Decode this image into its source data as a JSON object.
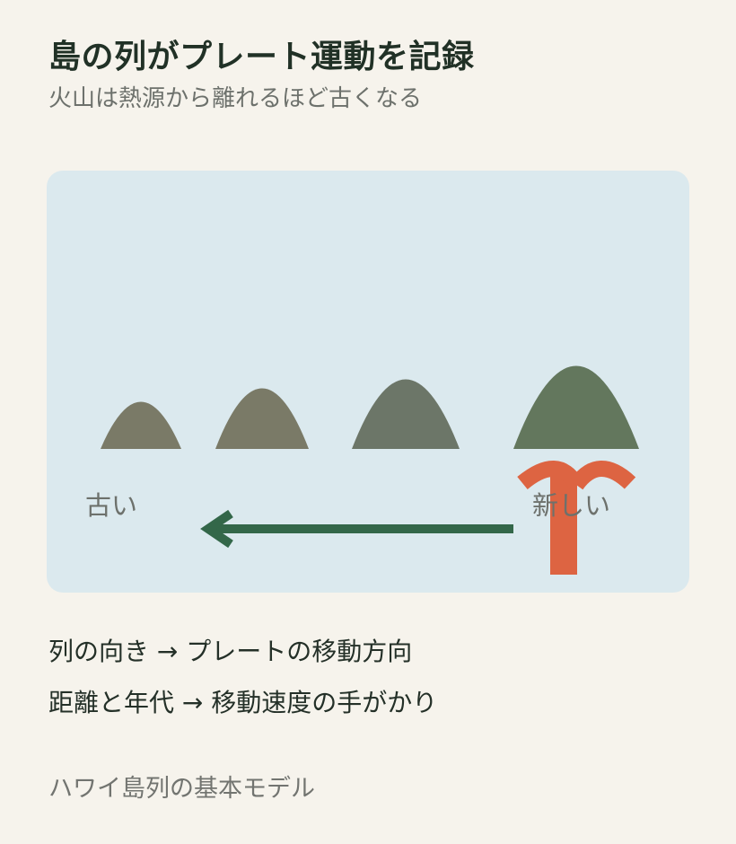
{
  "header": {
    "title": "島の列がプレート運動を記録",
    "subtitle": "火山は熱源から離れるほど古くなる"
  },
  "diagram": {
    "old_label": "古い",
    "new_label": "新しい",
    "colors": {
      "background": "#f6f3ec",
      "panel": "#dbe9ee",
      "island_oldest": "#7a7a67",
      "island_old": "#7a7a67",
      "island_mid": "#6c7668",
      "island_new": "#63775d",
      "plate_arrow": "#336749",
      "hotspot": "#dd6442",
      "label": "#6d716c"
    },
    "icons": {
      "arrow": "left-arrow",
      "hotspot": "hotspot-plume-icon"
    }
  },
  "notes": {
    "line_1": "列の向き → プレートの移動方向",
    "line_2": "距離と年代 → 移動速度の手がかり"
  },
  "footer": {
    "caption": "ハワイ島列の基本モデル"
  }
}
